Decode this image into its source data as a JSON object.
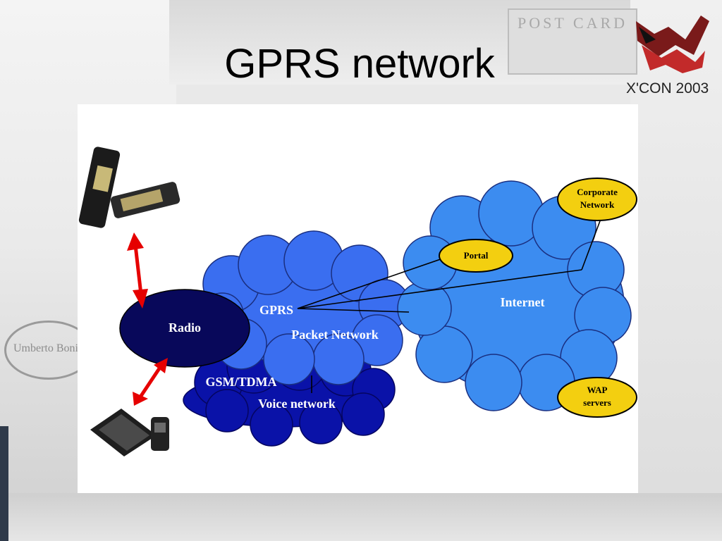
{
  "slide": {
    "title": "GPRS network",
    "logo_text": "X'CON 2003"
  },
  "background": {
    "postcard_text": "POST CARD",
    "stamp_text": "Umberto Boni"
  },
  "diagram": {
    "nodes": {
      "radio": "Radio",
      "gprs": "GPRS",
      "packet_network": "Packet Network",
      "gsm_tdma": "GSM/TDMA",
      "voice_network": "Voice network",
      "internet": "Internet",
      "portal": "Portal",
      "corporate_line1": "Corporate",
      "corporate_line2": "Network",
      "wap_line1": "WAP",
      "wap_line2": "servers"
    },
    "colors": {
      "packet_cloud": "#3a6ef0",
      "internet_cloud": "#3c8cf0",
      "voice_cloud": "#0a12a8",
      "radio_ellipse": "#08085a",
      "server_ellipse": "#f3cf10",
      "arrow": "#e60000"
    }
  }
}
